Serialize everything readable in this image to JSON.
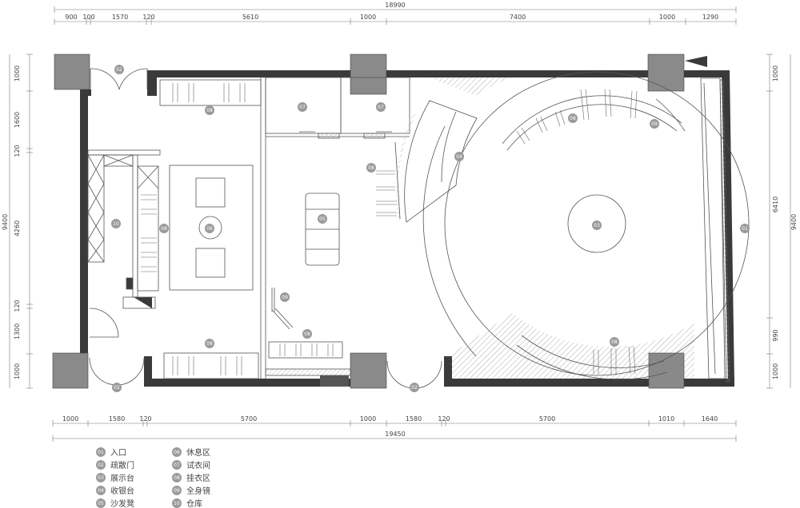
{
  "dims": {
    "top_total": "18990",
    "top": [
      "900",
      "100",
      "1570",
      "120",
      "5610",
      "1000",
      "7400",
      "1000",
      "1290"
    ],
    "bottom": [
      "1000",
      "1580",
      "120",
      "5700",
      "1000",
      "1580",
      "120",
      "5700",
      "1010",
      "1640"
    ],
    "bottom_total": "19450",
    "left": [
      "1000",
      "1600",
      "120",
      "4260",
      "120",
      "1300",
      "1000"
    ],
    "left_total": "9400",
    "right": [
      "1000",
      "6410",
      "990",
      "1000"
    ],
    "right_total": "9400"
  },
  "tags": {
    "t01": "01",
    "t02": "02",
    "t03": "03",
    "t04": "04",
    "t05": "05",
    "t06": "06",
    "t07": "07",
    "t08": "08",
    "t09": "09",
    "t10": "10"
  },
  "legend": [
    {
      "num": "01",
      "label": "入口"
    },
    {
      "num": "02",
      "label": "疏散门"
    },
    {
      "num": "03",
      "label": "展示台"
    },
    {
      "num": "04",
      "label": "收银台"
    },
    {
      "num": "05",
      "label": "沙发凳"
    },
    {
      "num": "06",
      "label": "休息区"
    },
    {
      "num": "07",
      "label": "试衣间"
    },
    {
      "num": "08",
      "label": "挂衣区"
    },
    {
      "num": "09",
      "label": "全身镜"
    },
    {
      "num": "10",
      "label": "仓库"
    }
  ],
  "colors": {
    "wall": "#3a3a3a",
    "column": "#8a8a8a",
    "tag": "#9a9a9a"
  }
}
